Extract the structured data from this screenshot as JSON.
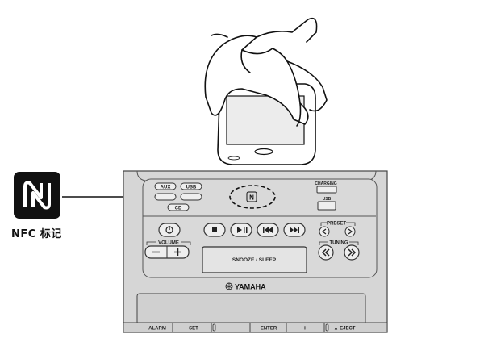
{
  "nfc_mark": {
    "caption": "NFC 标记"
  },
  "device": {
    "brand": "YAMAHA",
    "buttons": {
      "aux": "AUX",
      "usb": "USB",
      "cd": "CD",
      "charging": "CHARGING",
      "usb_port": "USB",
      "preset": "PRESET",
      "volume": "VOLUME",
      "tuning": "TUNING",
      "snooze": "SNOOZE / SLEEP"
    },
    "bottom_bar": {
      "alarm": "ALARM",
      "set": "SET",
      "minus": "–",
      "enter": "ENTER",
      "plus": "+",
      "eject": "▲ EJECT"
    }
  }
}
